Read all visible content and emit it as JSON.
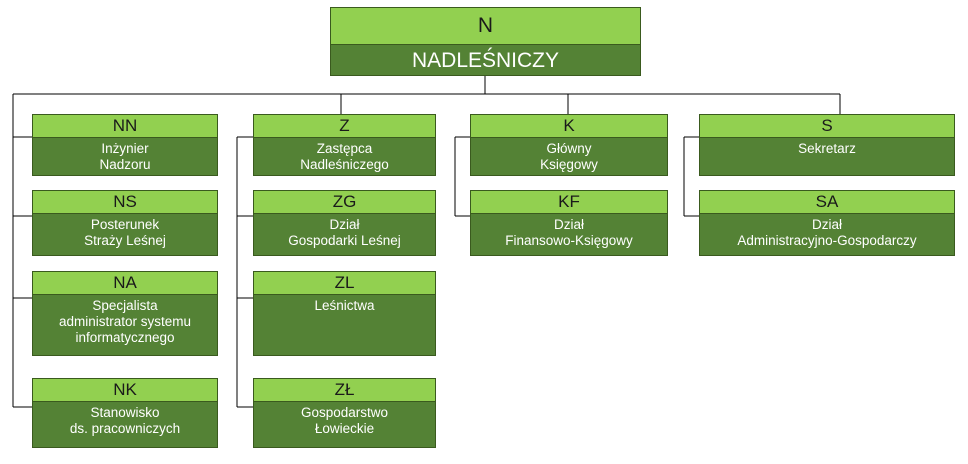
{
  "root": {
    "code": "N",
    "name": "NADLEŚNICZY"
  },
  "columns": [
    {
      "units": [
        {
          "code": "NN",
          "name": "Inżynier\nNadzoru"
        },
        {
          "code": "NS",
          "name": "Posterunek\nStraży Leśnej"
        },
        {
          "code": "NA",
          "name": "Specjalista\nadministrator systemu\ninformatycznego"
        },
        {
          "code": "NK",
          "name": "Stanowisko\nds. pracowniczych"
        }
      ]
    },
    {
      "units": [
        {
          "code": "Z",
          "name": "Zastępca\nNadleśniczego"
        },
        {
          "code": "ZG",
          "name": "Dział\nGospodarki Leśnej"
        },
        {
          "code": "ZL",
          "name": "Leśnictwa"
        },
        {
          "code": "ZŁ",
          "name": "Gospodarstwo\nŁowieckie"
        }
      ]
    },
    {
      "units": [
        {
          "code": "K",
          "name": "Główny\nKsięgowy"
        },
        {
          "code": "KF",
          "name": "Dział\nFinansowo-Księgowy"
        }
      ]
    },
    {
      "units": [
        {
          "code": "S",
          "name": "Sekretarz"
        },
        {
          "code": "SA",
          "name": "Dział\nAdministracyjno-Gospodarczy"
        }
      ]
    }
  ],
  "colors": {
    "header_fill": "#92d050",
    "body_fill": "#548235",
    "border": "#3a5a1e",
    "line": "#000000"
  }
}
